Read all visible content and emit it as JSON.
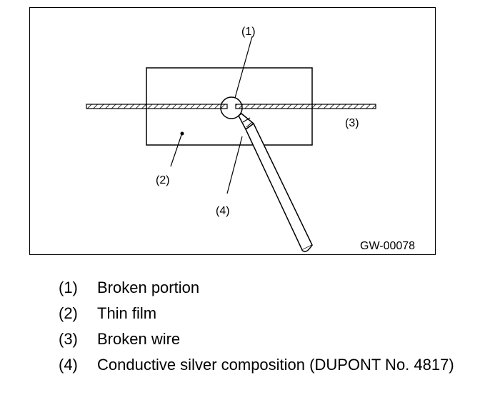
{
  "figure": {
    "code": "GW-00078",
    "callouts": {
      "c1": "(1)",
      "c2": "(2)",
      "c3": "(3)",
      "c4": "(4)"
    }
  },
  "legend": [
    {
      "num": "(1)",
      "text": "Broken portion"
    },
    {
      "num": "(2)",
      "text": "Thin film"
    },
    {
      "num": "(3)",
      "text": "Broken wire"
    },
    {
      "num": "(4)",
      "text": "Conductive silver composition (DUPONT No. 4817)"
    }
  ]
}
